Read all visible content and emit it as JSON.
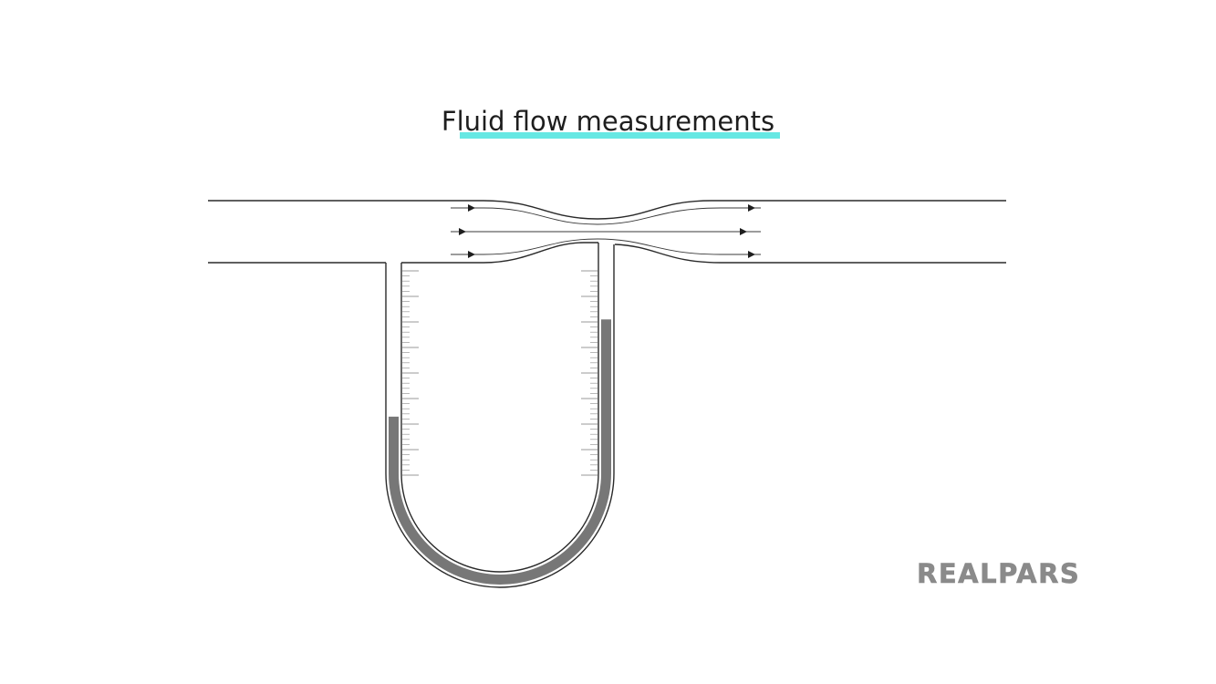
{
  "title": "Fluid flow measurements",
  "logo": "REALPARS",
  "colors": {
    "line": "#2a2a2a",
    "fluid": "#777777",
    "tick": "#9a9a9a",
    "accent": "#66e8e3",
    "logo": "#8a8a8a"
  },
  "manometer": {
    "left_fill_level": 0.28,
    "right_fill_level": 0.76
  }
}
